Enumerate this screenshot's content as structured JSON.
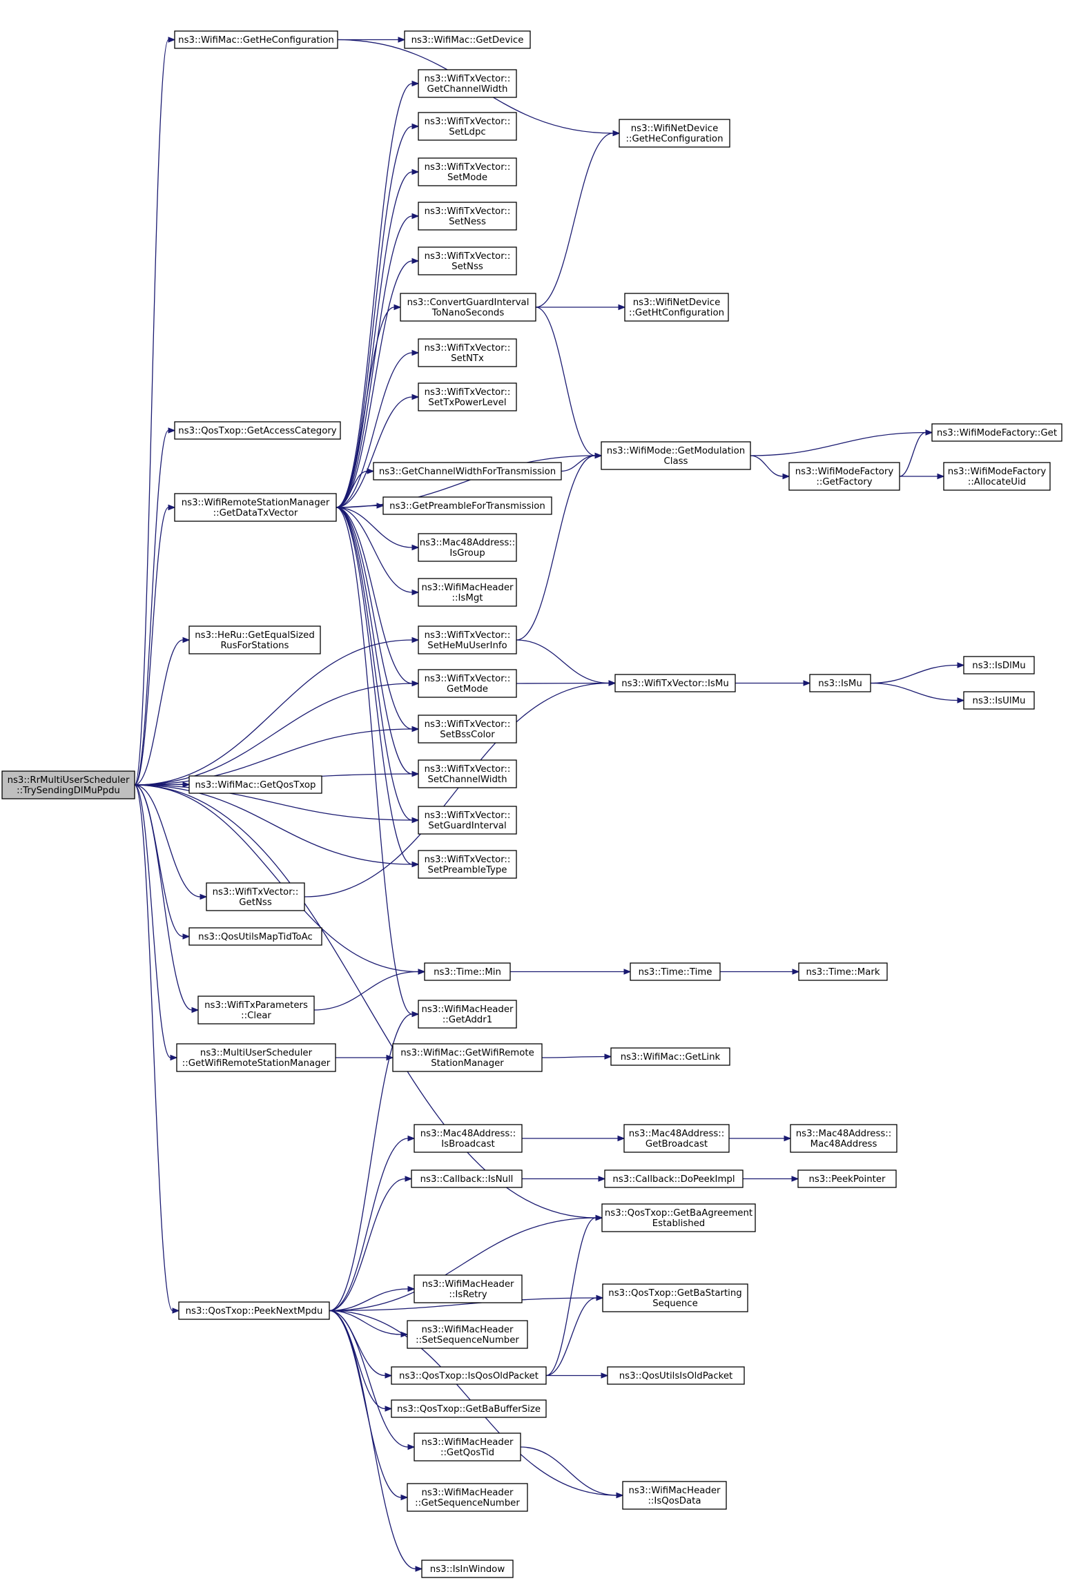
{
  "diagram": {
    "edge_color": "#191970",
    "root_fill": "#bfbfbf",
    "nodes": [
      {
        "id": "root",
        "lines": [
          "ns3::RrMultiUserScheduler",
          "::TrySendingDlMuPpdu"
        ]
      },
      {
        "id": "getHeConf",
        "lines": [
          "ns3::WifiMac::GetHeConfiguration"
        ]
      },
      {
        "id": "getDevice",
        "lines": [
          "ns3::WifiMac::GetDevice"
        ]
      },
      {
        "id": "netDevHe",
        "lines": [
          "ns3::WifiNetDevice",
          "::GetHeConfiguration"
        ]
      },
      {
        "id": "getAccCat",
        "lines": [
          "ns3::QosTxop::GetAccessCategory"
        ]
      },
      {
        "id": "getDataTx",
        "lines": [
          "ns3::WifiRemoteStationManager",
          "::GetDataTxVector"
        ]
      },
      {
        "id": "getChW",
        "lines": [
          "ns3::WifiTxVector::",
          "GetChannelWidth"
        ]
      },
      {
        "id": "setLdpc",
        "lines": [
          "ns3::WifiTxVector::",
          "SetLdpc"
        ]
      },
      {
        "id": "setMode",
        "lines": [
          "ns3::WifiTxVector::",
          "SetMode"
        ]
      },
      {
        "id": "setNess",
        "lines": [
          "ns3::WifiTxVector::",
          "SetNess"
        ]
      },
      {
        "id": "setNss",
        "lines": [
          "ns3::WifiTxVector::",
          "SetNss"
        ]
      },
      {
        "id": "convGI",
        "lines": [
          "ns3::ConvertGuardInterval",
          "ToNanoSeconds"
        ]
      },
      {
        "id": "netDevHt",
        "lines": [
          "ns3::WifiNetDevice",
          "::GetHtConfiguration"
        ]
      },
      {
        "id": "setNTx",
        "lines": [
          "ns3::WifiTxVector::",
          "SetNTx"
        ]
      },
      {
        "id": "setTxPow",
        "lines": [
          "ns3::WifiTxVector::",
          "SetTxPowerLevel"
        ]
      },
      {
        "id": "getModClass",
        "lines": [
          "ns3::WifiMode::GetModulation",
          "Class"
        ]
      },
      {
        "id": "factGet",
        "lines": [
          "ns3::WifiModeFactory::Get"
        ]
      },
      {
        "id": "getFactory",
        "lines": [
          "ns3::WifiModeFactory",
          "::GetFactory"
        ]
      },
      {
        "id": "allocUid",
        "lines": [
          "ns3::WifiModeFactory",
          "::AllocateUid"
        ]
      },
      {
        "id": "getChWTx",
        "lines": [
          "ns3::GetChannelWidthForTransmission"
        ]
      },
      {
        "id": "getPreTx",
        "lines": [
          "ns3::GetPreambleForTransmission"
        ]
      },
      {
        "id": "isGroup",
        "lines": [
          "ns3::Mac48Address::",
          "IsGroup"
        ]
      },
      {
        "id": "isMgt",
        "lines": [
          "ns3::WifiMacHeader",
          "::IsMgt"
        ]
      },
      {
        "id": "heRu",
        "lines": [
          "ns3::HeRu::GetEqualSized",
          "RusForStations"
        ]
      },
      {
        "id": "setHeMu",
        "lines": [
          "ns3::WifiTxVector::",
          "SetHeMuUserInfo"
        ]
      },
      {
        "id": "getMode",
        "lines": [
          "ns3::WifiTxVector::",
          "GetMode"
        ]
      },
      {
        "id": "isMuV",
        "lines": [
          "ns3::WifiTxVector::IsMu"
        ]
      },
      {
        "id": "isMu",
        "lines": [
          "ns3::IsMu"
        ]
      },
      {
        "id": "isDlMu",
        "lines": [
          "ns3::IsDlMu"
        ]
      },
      {
        "id": "isUlMu",
        "lines": [
          "ns3::IsUlMu"
        ]
      },
      {
        "id": "setBss",
        "lines": [
          "ns3::WifiTxVector::",
          "SetBssColor"
        ]
      },
      {
        "id": "getQosTxop",
        "lines": [
          "ns3::WifiMac::GetQosTxop"
        ]
      },
      {
        "id": "setChW",
        "lines": [
          "ns3::WifiTxVector::",
          "SetChannelWidth"
        ]
      },
      {
        "id": "setGI",
        "lines": [
          "ns3::WifiTxVector::",
          "SetGuardInterval"
        ]
      },
      {
        "id": "setPre",
        "lines": [
          "ns3::WifiTxVector::",
          "SetPreambleType"
        ]
      },
      {
        "id": "getNss",
        "lines": [
          "ns3::WifiTxVector::",
          "GetNss"
        ]
      },
      {
        "id": "mapTid",
        "lines": [
          "ns3::QosUtilsMapTidToAc"
        ]
      },
      {
        "id": "timeMin",
        "lines": [
          "ns3::Time::Min"
        ]
      },
      {
        "id": "timeTime",
        "lines": [
          "ns3::Time::Time"
        ]
      },
      {
        "id": "timeMark",
        "lines": [
          "ns3::Time::Mark"
        ]
      },
      {
        "id": "txClear",
        "lines": [
          "ns3::WifiTxParameters",
          "::Clear"
        ]
      },
      {
        "id": "getAddr1",
        "lines": [
          "ns3::WifiMacHeader",
          "::GetAddr1"
        ]
      },
      {
        "id": "muGetRsm",
        "lines": [
          "ns3::MultiUserScheduler",
          "::GetWifiRemoteStationManager"
        ]
      },
      {
        "id": "macGetRsm",
        "lines": [
          "ns3::WifiMac::GetWifiRemote",
          "StationManager"
        ]
      },
      {
        "id": "getLink",
        "lines": [
          "ns3::WifiMac::GetLink"
        ]
      },
      {
        "id": "isBcast",
        "lines": [
          "ns3::Mac48Address::",
          "IsBroadcast"
        ]
      },
      {
        "id": "getBcast",
        "lines": [
          "ns3::Mac48Address::",
          "GetBroadcast"
        ]
      },
      {
        "id": "mac48",
        "lines": [
          "ns3::Mac48Address::",
          "Mac48Address"
        ]
      },
      {
        "id": "cbIsNull",
        "lines": [
          "ns3::Callback::IsNull"
        ]
      },
      {
        "id": "cbPeek",
        "lines": [
          "ns3::Callback::DoPeekImpl"
        ]
      },
      {
        "id": "peekPtr",
        "lines": [
          "ns3::PeekPointer"
        ]
      },
      {
        "id": "baEst",
        "lines": [
          "ns3::QosTxop::GetBaAgreement",
          "Established"
        ]
      },
      {
        "id": "peekNext",
        "lines": [
          "ns3::QosTxop::PeekNextMpdu"
        ]
      },
      {
        "id": "isRetry",
        "lines": [
          "ns3::WifiMacHeader",
          "::IsRetry"
        ]
      },
      {
        "id": "baStart",
        "lines": [
          "ns3::QosTxop::GetBaStarting",
          "Sequence"
        ]
      },
      {
        "id": "setSeq",
        "lines": [
          "ns3::WifiMacHeader",
          "::SetSequenceNumber"
        ]
      },
      {
        "id": "isOld",
        "lines": [
          "ns3::QosTxop::IsQosOldPacket"
        ]
      },
      {
        "id": "qosOld",
        "lines": [
          "ns3::QosUtilsIsOldPacket"
        ]
      },
      {
        "id": "baBuf",
        "lines": [
          "ns3::QosTxop::GetBaBufferSize"
        ]
      },
      {
        "id": "getTid",
        "lines": [
          "ns3::WifiMacHeader",
          "::GetQosTid"
        ]
      },
      {
        "id": "isQosData",
        "lines": [
          "ns3::WifiMacHeader",
          "::IsQosData"
        ]
      },
      {
        "id": "getSeq",
        "lines": [
          "ns3::WifiMacHeader",
          "::GetSequenceNumber"
        ]
      },
      {
        "id": "inWindow",
        "lines": [
          "ns3::IsInWindow"
        ]
      }
    ],
    "edges": [
      [
        "root",
        "getHeConf"
      ],
      [
        "root",
        "getAccCat"
      ],
      [
        "root",
        "getDataTx"
      ],
      [
        "root",
        "heRu"
      ],
      [
        "root",
        "setHeMu"
      ],
      [
        "root",
        "getMode"
      ],
      [
        "root",
        "setBss"
      ],
      [
        "root",
        "getQosTxop"
      ],
      [
        "root",
        "setChW"
      ],
      [
        "root",
        "setGI"
      ],
      [
        "root",
        "setPre"
      ],
      [
        "root",
        "getNss"
      ],
      [
        "root",
        "mapTid"
      ],
      [
        "root",
        "timeMin"
      ],
      [
        "root",
        "txClear"
      ],
      [
        "root",
        "muGetRsm"
      ],
      [
        "root",
        "baEst"
      ],
      [
        "root",
        "peekNext"
      ],
      [
        "getHeConf",
        "getDevice"
      ],
      [
        "getHeConf",
        "netDevHe"
      ],
      [
        "getDataTx",
        "getChW"
      ],
      [
        "getDataTx",
        "setLdpc"
      ],
      [
        "getDataTx",
        "setMode"
      ],
      [
        "getDataTx",
        "setNess"
      ],
      [
        "getDataTx",
        "setNss"
      ],
      [
        "getDataTx",
        "convGI"
      ],
      [
        "getDataTx",
        "setNTx"
      ],
      [
        "getDataTx",
        "setTxPow"
      ],
      [
        "getDataTx",
        "getModClass"
      ],
      [
        "getDataTx",
        "getChWTx"
      ],
      [
        "getDataTx",
        "getPreTx"
      ],
      [
        "getDataTx",
        "isGroup"
      ],
      [
        "getDataTx",
        "isMgt"
      ],
      [
        "getDataTx",
        "getMode"
      ],
      [
        "getDataTx",
        "setBss"
      ],
      [
        "getDataTx",
        "setChW"
      ],
      [
        "getDataTx",
        "setGI"
      ],
      [
        "getDataTx",
        "setPre"
      ],
      [
        "getDataTx",
        "getAddr1"
      ],
      [
        "convGI",
        "netDevHe"
      ],
      [
        "convGI",
        "netDevHt"
      ],
      [
        "convGI",
        "getModClass"
      ],
      [
        "getChWTx",
        "getModClass"
      ],
      [
        "getModClass",
        "factGet"
      ],
      [
        "getModClass",
        "getFactory"
      ],
      [
        "getFactory",
        "factGet"
      ],
      [
        "getFactory",
        "allocUid"
      ],
      [
        "setHeMu",
        "getModClass"
      ],
      [
        "setHeMu",
        "isMuV"
      ],
      [
        "getMode",
        "isMuV"
      ],
      [
        "getNss",
        "isMuV"
      ],
      [
        "isMuV",
        "isMu"
      ],
      [
        "isMu",
        "isDlMu"
      ],
      [
        "isMu",
        "isUlMu"
      ],
      [
        "timeMin",
        "timeTime"
      ],
      [
        "timeTime",
        "timeMark"
      ],
      [
        "txClear",
        "timeMin"
      ],
      [
        "muGetRsm",
        "macGetRsm"
      ],
      [
        "macGetRsm",
        "getLink"
      ],
      [
        "peekNext",
        "getAddr1"
      ],
      [
        "peekNext",
        "isBcast"
      ],
      [
        "peekNext",
        "cbIsNull"
      ],
      [
        "peekNext",
        "baEst"
      ],
      [
        "peekNext",
        "baStart"
      ],
      [
        "peekNext",
        "isRetry"
      ],
      [
        "peekNext",
        "setSeq"
      ],
      [
        "peekNext",
        "isOld"
      ],
      [
        "peekNext",
        "baBuf"
      ],
      [
        "peekNext",
        "getTid"
      ],
      [
        "peekNext",
        "getSeq"
      ],
      [
        "peekNext",
        "isQosData"
      ],
      [
        "peekNext",
        "inWindow"
      ],
      [
        "isBcast",
        "getBcast"
      ],
      [
        "getBcast",
        "mac48"
      ],
      [
        "cbIsNull",
        "cbPeek"
      ],
      [
        "cbPeek",
        "peekPtr"
      ],
      [
        "isOld",
        "baEst"
      ],
      [
        "isOld",
        "baStart"
      ],
      [
        "isOld",
        "qosOld"
      ],
      [
        "getTid",
        "isQosData"
      ]
    ]
  }
}
